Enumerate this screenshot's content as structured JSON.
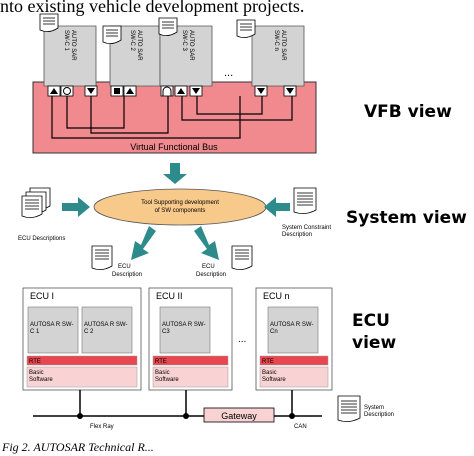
{
  "intro_text": "nto existing vehicle development projects.",
  "vfb": {
    "view_label": "VFB view",
    "bus_label": "Virtual Functional Bus",
    "swc_label_line1": "AUTO SAR",
    "swc_labels_line2": [
      "SW-C 1",
      "SW-C 2",
      "SW-C 3",
      "SW-C n"
    ],
    "ellipsis": "..."
  },
  "system": {
    "view_label": "System view",
    "tool_label_line1": "Tool Supporting development",
    "tool_label_line2": "of SW components",
    "ecu_descriptions_label": "ECU Descriptions",
    "constraint_label_line1": "System Constraint",
    "constraint_label_line2": "Description",
    "ecu_desc_left_line1": "ECU",
    "ecu_desc_left_line2": "Description",
    "ecu_desc_right_line1": "ECU",
    "ecu_desc_right_line2": "Description"
  },
  "ecu": {
    "view_label_line1": "ECU",
    "view_label_line2": "view",
    "ecus": [
      {
        "title": "ECU I",
        "components": [
          "AUTOSA R SW-C 1",
          "AUTOSA R SW-C 2"
        ]
      },
      {
        "title": "ECU II",
        "components": [
          "AUTOSA R SW-C3"
        ]
      },
      {
        "title": "ECU n",
        "components": [
          "AUTOSA R SW-Cn"
        ]
      }
    ],
    "rte_label": "RTE",
    "bsw_label_line1": "Basic",
    "bsw_label_line2": "Software",
    "ellipsis": "..."
  },
  "bottom": {
    "flexray_label": "Flex Ray",
    "gateway_label": "Gateway",
    "can_label": "CAN",
    "system_desc_line1": "System",
    "system_desc_line2": "Description"
  },
  "caption": "Fig 2. AUTOSAR Technical R...",
  "colors": {
    "vfb_fill": "#f08a8f",
    "swc_fill": "#d3d3d3",
    "arrow": "#2e8b8b",
    "tool_fill": "#f7c98a",
    "rte_fill": "#e8474f",
    "bsw_fill": "#f9d3d3"
  }
}
